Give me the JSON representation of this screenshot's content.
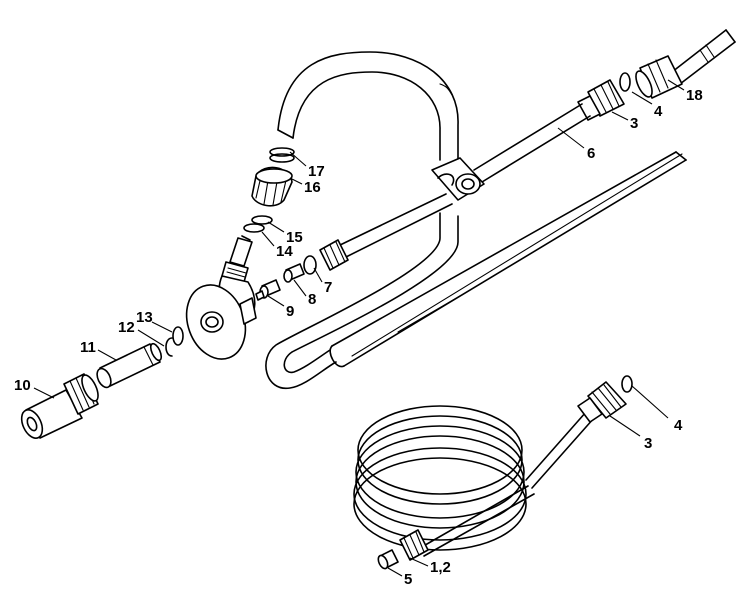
{
  "diagram": {
    "labels": {
      "p1_2": "1,2",
      "p3a": "3",
      "p3b": "3",
      "p4a": "4",
      "p4b": "4",
      "p5": "5",
      "p6": "6",
      "p7": "7",
      "p8": "8",
      "p9": "9",
      "p10": "10",
      "p11": "11",
      "p12": "12",
      "p13": "13",
      "p14": "14",
      "p15": "15",
      "p16": "16",
      "p17": "17",
      "p18": "18"
    }
  }
}
